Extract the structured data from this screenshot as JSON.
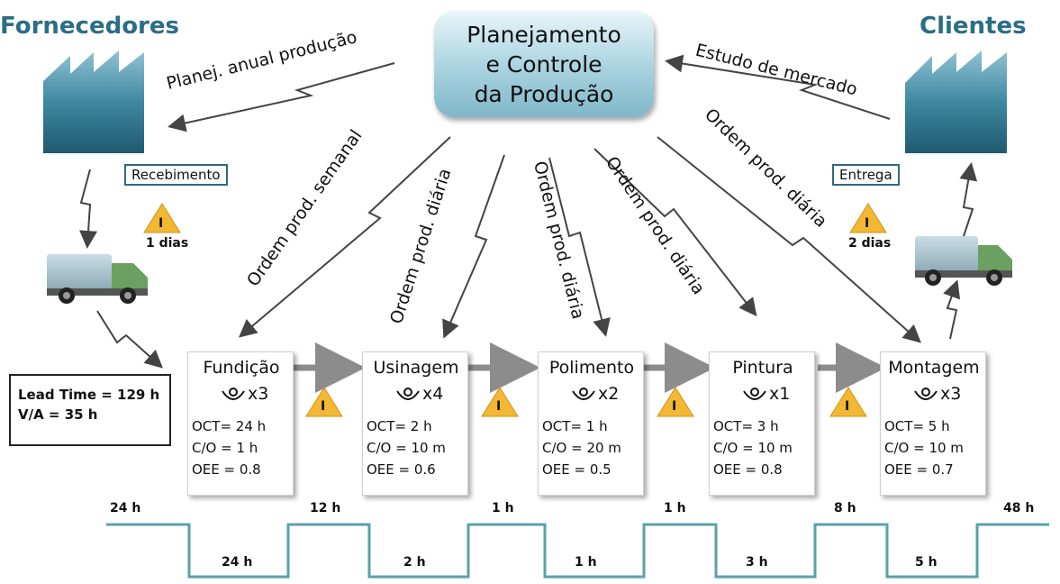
{
  "suppliers_label": "Fornecedores",
  "customers_label": "Clientes",
  "control": {
    "line1": "Planejamento",
    "line2": "e Controle",
    "line3": "da Produção"
  },
  "flows": {
    "annual_plan": "Planej. anual produção",
    "market_study": "Estudo de mercado",
    "weekly_order": "Ordem prod. semanal",
    "daily_order_1": "Ordem prod. diária",
    "daily_order_2": "Ordem prod. diária",
    "daily_order_3": "Ordem prod. diária",
    "daily_order_4": "Ordem prod. diária"
  },
  "receiving": {
    "label": "Recebimento",
    "inventory": "1 dias",
    "icon": "I"
  },
  "delivery": {
    "label": "Entrega",
    "inventory": "2 dias",
    "icon": "I"
  },
  "lead_time": {
    "line1": "Lead Time = 129 h",
    "line2": "V/A = 35 h"
  },
  "processes": [
    {
      "name": "Fundição",
      "operators": "x3",
      "oct": "OCT= 24 h",
      "co": "C/O = 1 h",
      "oee": "OEE = 0.8"
    },
    {
      "name": "Usinagem",
      "operators": "x4",
      "oct": "OCT= 2 h",
      "co": "C/O = 10 m",
      "oee": "OEE = 0.6"
    },
    {
      "name": "Polimento",
      "operators": "x2",
      "oct": "OCT= 1 h",
      "co": "C/O = 20 m",
      "oee": "OEE = 0.5"
    },
    {
      "name": "Pintura",
      "operators": "x1",
      "oct": "OCT= 3 h",
      "co": "C/O = 10 m",
      "oee": "OEE = 0.8"
    },
    {
      "name": "Montagem",
      "operators": "x3",
      "oct": "OCT= 5 h",
      "co": "C/O = 10 m",
      "oee": "OEE = 0.7"
    }
  ],
  "inventory_icon": "I",
  "timeline": {
    "wait": [
      "24 h",
      "12 h",
      "1 h",
      "1 h",
      "8 h",
      "48 h"
    ],
    "process": [
      "24 h",
      "2 h",
      "1 h",
      "3 h",
      "5 h"
    ]
  },
  "colors": {
    "title": "#2a6d86",
    "factory": "#2e6e86",
    "timeline": "#5aa1a8",
    "warning": "#f2b733",
    "arrow": "#8c8c8c"
  }
}
